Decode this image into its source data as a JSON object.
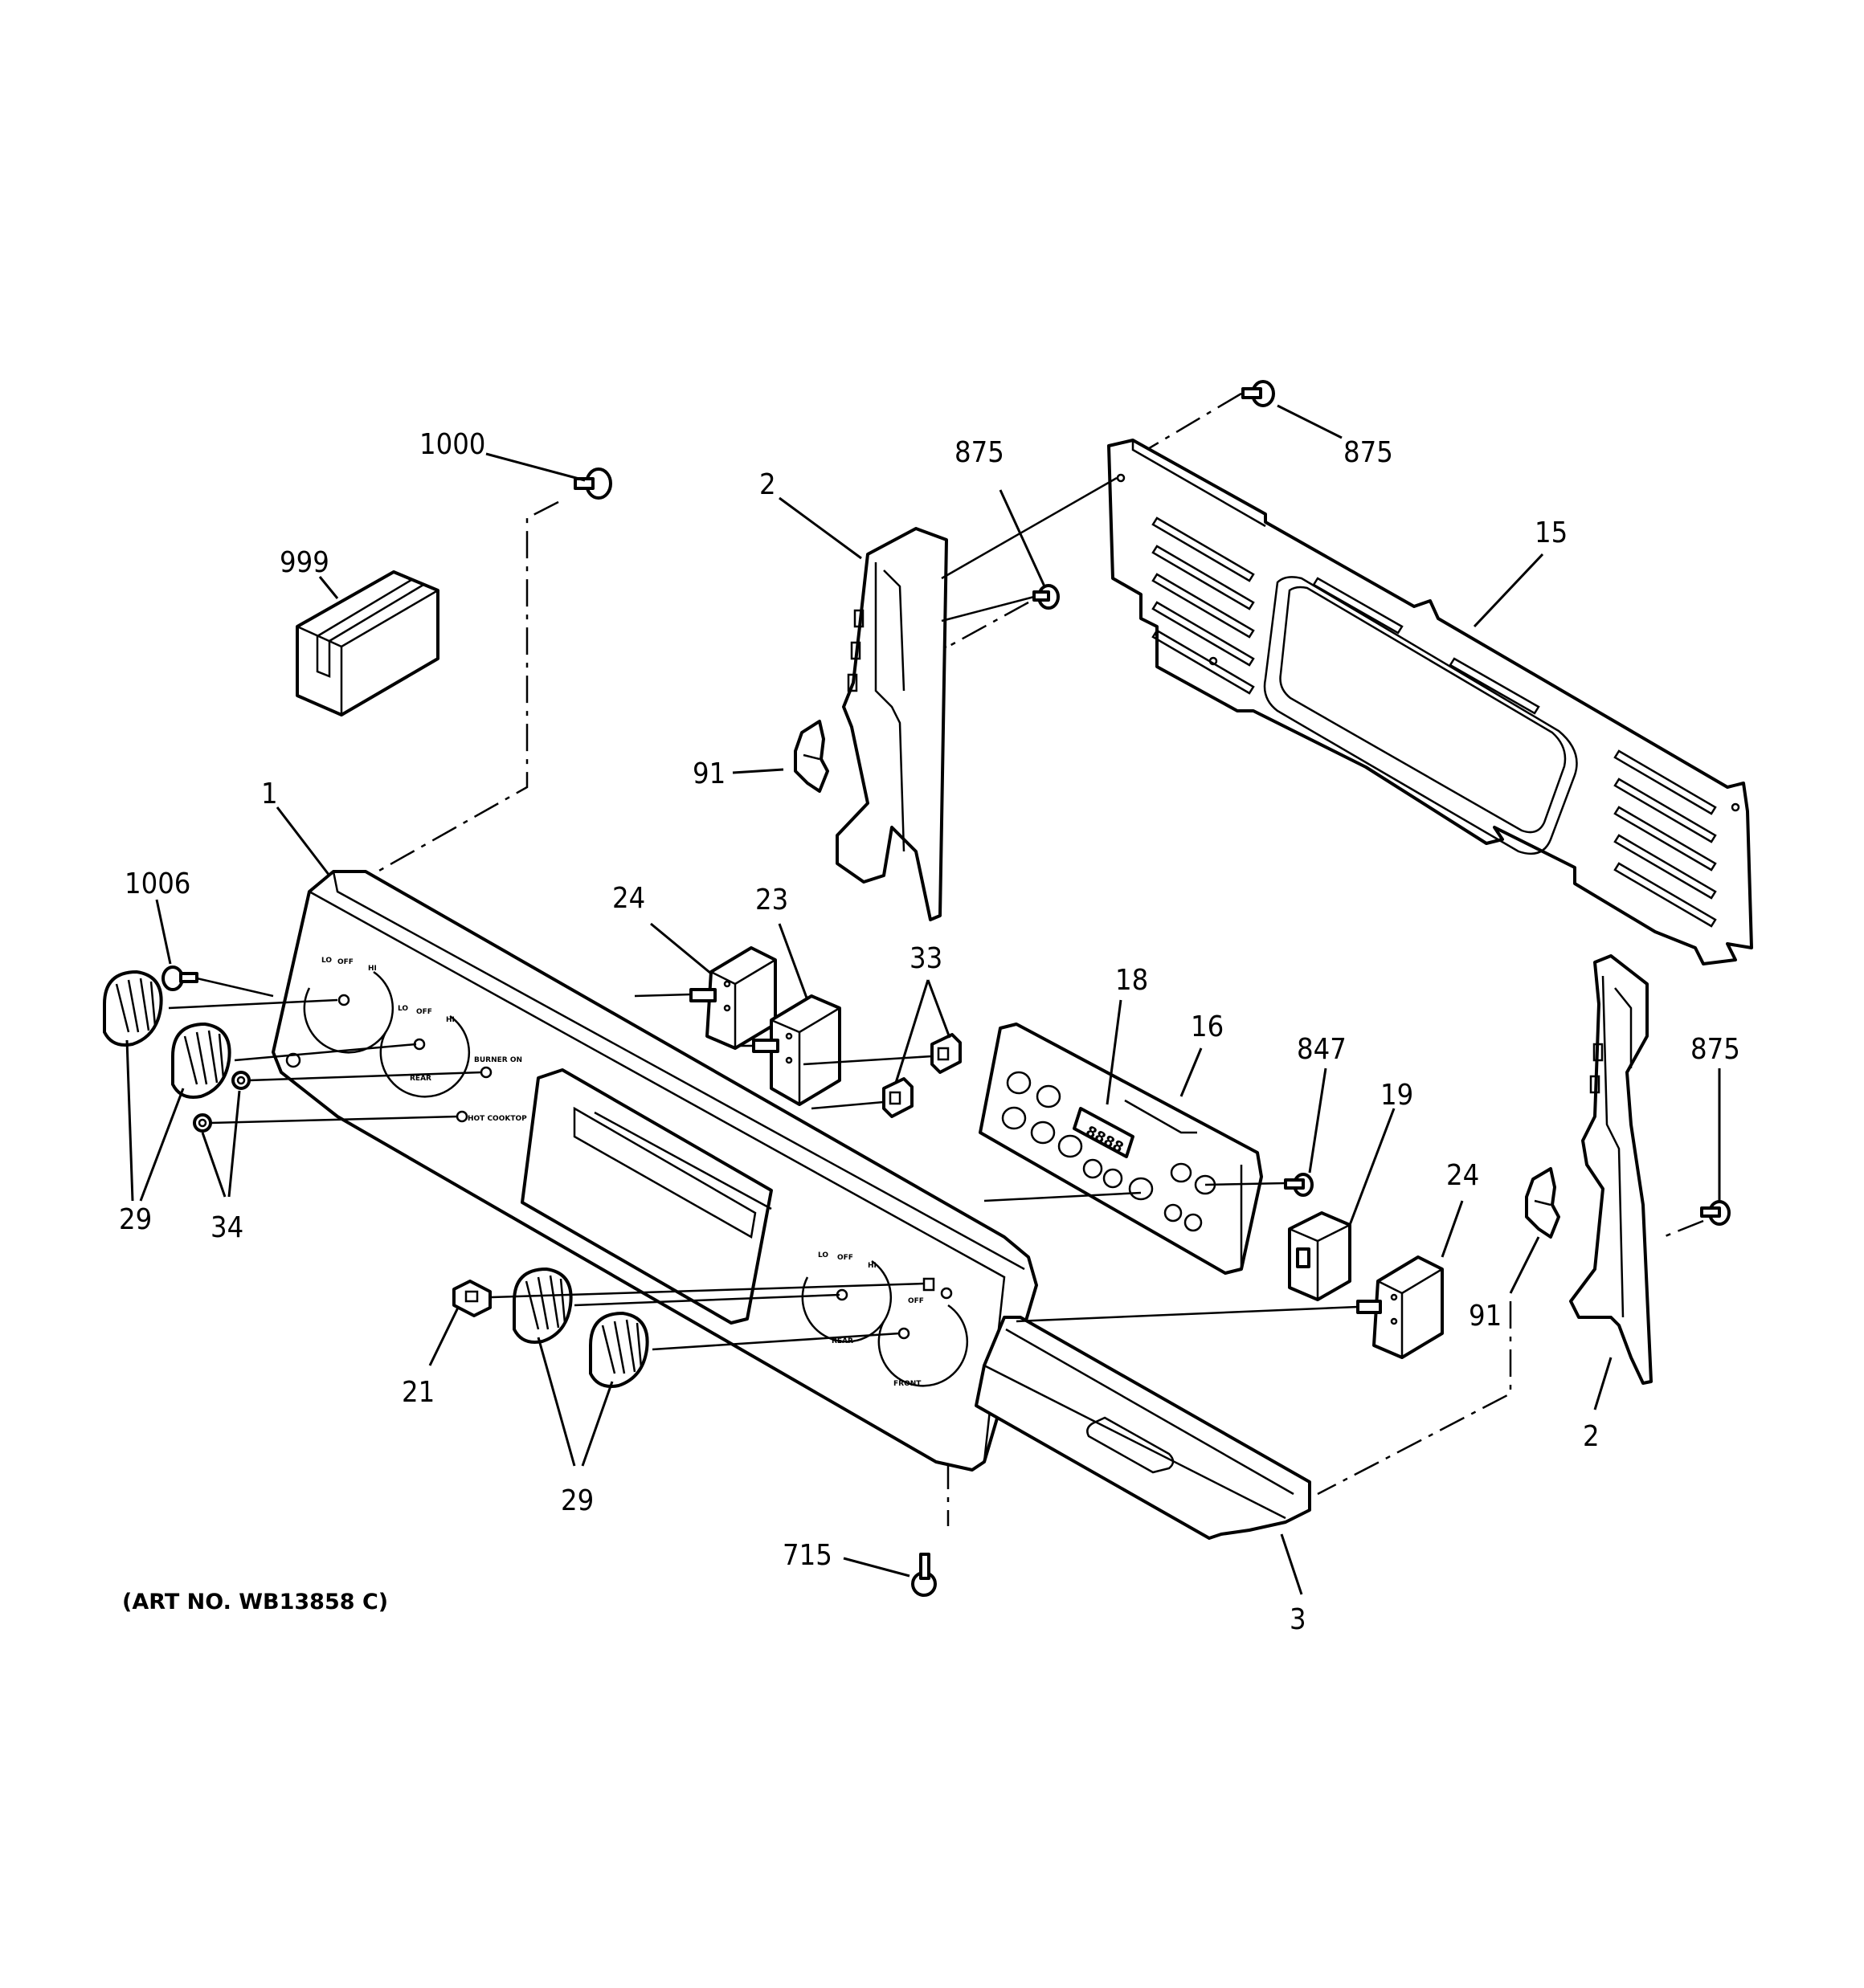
{
  "callouts": {
    "c1000": "1000",
    "c999": "999",
    "c2_top": "2",
    "c875_mid": "875",
    "c875_top": "875",
    "c15": "15",
    "c91_left": "91",
    "c1": "1",
    "c1006": "1006",
    "c24_left": "24",
    "c23": "23",
    "c33": "33",
    "c18": "18",
    "c16": "16",
    "c847": "847",
    "c875_right": "875",
    "c19": "19",
    "c24_right": "24",
    "c91_right": "91",
    "c29_left": "29",
    "c34": "34",
    "c21": "21",
    "c29_bottom": "29",
    "c2_right": "2",
    "c715": "715",
    "c3": "3"
  },
  "art_number": "(ART NO. WB13858 C)"
}
